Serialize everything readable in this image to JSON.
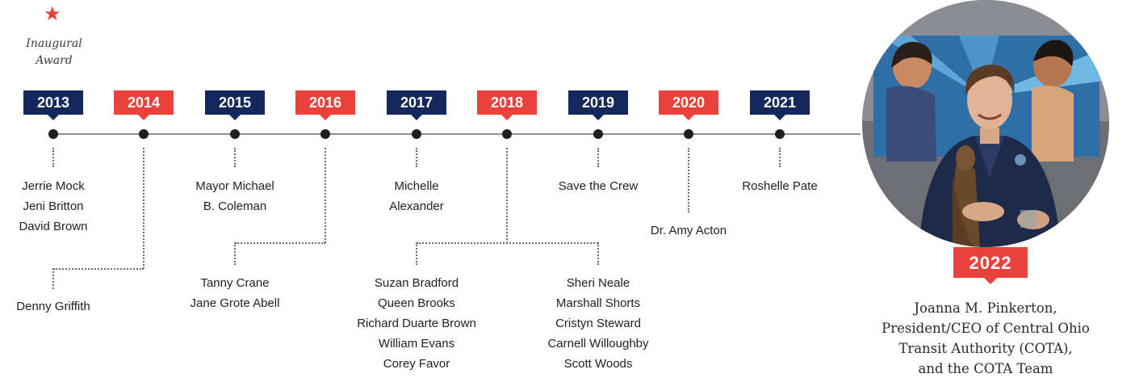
{
  "inaugural": {
    "star": "★",
    "line1": "Inaugural",
    "line2": "Award"
  },
  "years": [
    "2013",
    "2014",
    "2015",
    "2016",
    "2017",
    "2018",
    "2019",
    "2020",
    "2021"
  ],
  "honorees": {
    "y2013": [
      "Jerrie Mock",
      "Jeni Britton",
      "David Brown"
    ],
    "y2014": [
      "Denny Griffith"
    ],
    "y2015": [
      "Mayor Michael",
      "B. Coleman"
    ],
    "y2016": [
      "Tanny Crane",
      "Jane Grote Abell"
    ],
    "y2017": [
      "Michelle",
      "Alexander"
    ],
    "y2018_left": [
      "Suzan Bradford",
      "Queen Brooks",
      "Richard Duarte Brown",
      "William Evans",
      "Corey Favor"
    ],
    "y2018_right": [
      "Sheri Neale",
      "Marshall Shorts",
      "Cristyn Steward",
      "Carnell Willoughby",
      "Scott Woods"
    ],
    "y2019": [
      "Save the Crew"
    ],
    "y2020": [
      "Dr. Amy Acton"
    ],
    "y2021": [
      "Roshelle Pate"
    ]
  },
  "featured": {
    "year": "2022",
    "caption": [
      "Joanna M. Pinkerton,",
      "President/CEO of Central Ohio",
      "Transit Authority (COTA),",
      "and the COTA Team"
    ]
  },
  "colors": {
    "navy": "#15285c",
    "red": "#e8423a"
  }
}
